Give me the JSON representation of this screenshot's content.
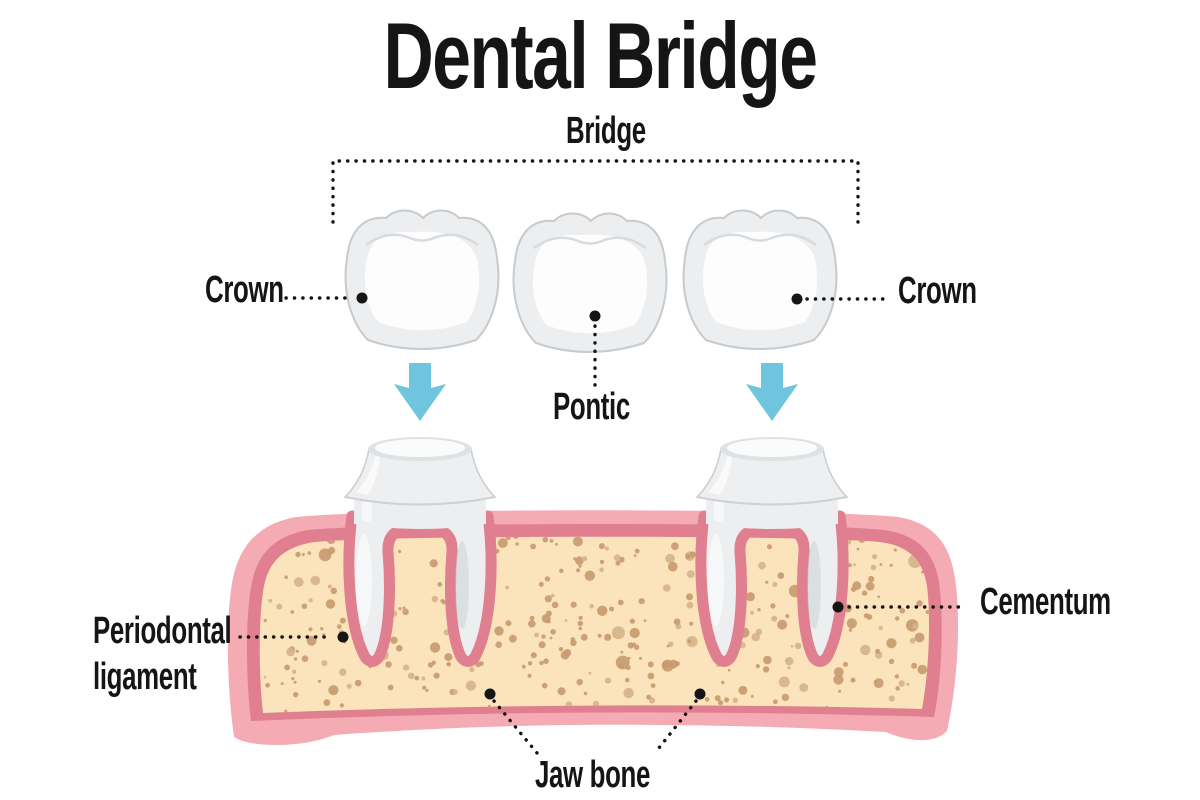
{
  "title": "Dental Bridge",
  "labels": {
    "bridge": "Bridge",
    "crown_left": "Crown",
    "crown_right": "Crown",
    "pontic": "Pontic",
    "periodontal_line1": "Periodontal",
    "periodontal_line2": "ligament",
    "cementum": "Cementum",
    "jaw_bone": "Jaw bone"
  },
  "icons": {
    "arrow_left": "down-arrow",
    "arrow_right": "down-arrow"
  },
  "colors": {
    "text": "#151515",
    "arrow_blue": "#6FC4DE",
    "gum_pink": "#F5ABB4",
    "ligament_rose": "#DF7F8F",
    "bone_cream": "#FBE3BB",
    "speckle_brown": "#C8996F",
    "speckle_light": "#D6B289",
    "tooth_gray": "#ECEEEF",
    "tooth_white": "#FDFDFE",
    "tooth_outline": "#C7CBCE",
    "tooth_shade": "#D8DBDE"
  }
}
